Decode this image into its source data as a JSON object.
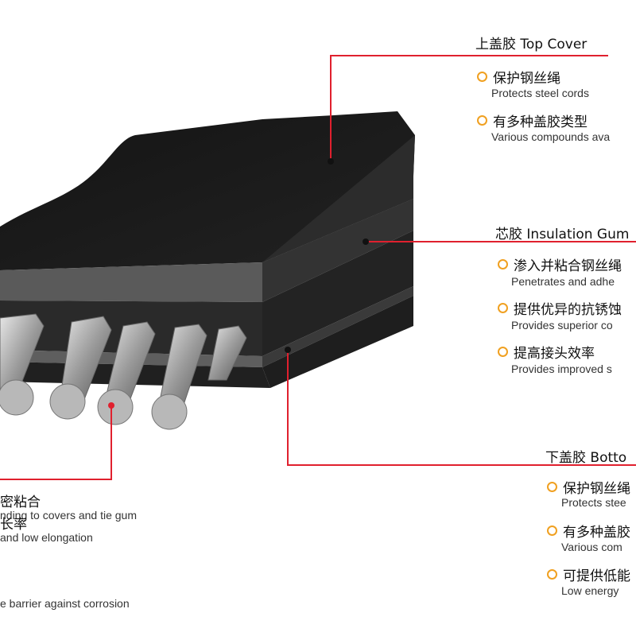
{
  "top_cover": {
    "title": "上盖胶 Top Cover",
    "items": [
      {
        "zh": "保护钢丝绳",
        "en": "Protects steel cords"
      },
      {
        "zh": "有多种盖胶类型",
        "en": "Various compounds ava"
      }
    ]
  },
  "insulation_gum": {
    "title": "芯胶 Insulation Gum",
    "items": [
      {
        "zh": "渗入并粘合钢丝绳",
        "en": "Penetrates and adhe"
      },
      {
        "zh": "提供优异的抗锈蚀",
        "en": "Provides superior co"
      },
      {
        "zh": "提高接头效率",
        "en": "Provides improved s"
      }
    ]
  },
  "bottom_cover": {
    "title": "下盖胶 Botto",
    "items": [
      {
        "zh": "保护钢丝绳",
        "en": "Protects stee"
      },
      {
        "zh": "有多种盖胶",
        "en": "Various com"
      },
      {
        "zh": "可提供低能",
        "en": "Low energy"
      }
    ]
  },
  "steel_cords": {
    "items": [
      {
        "zh": "密粘合",
        "en": "nding to covers and tie gum"
      },
      {
        "zh": "长率",
        "en": " and low elongation"
      },
      {
        "zh": "",
        "en": "e barrier against corrosion"
      }
    ]
  },
  "colors": {
    "leader": "#e0202e",
    "bullet": "#f0a020",
    "rubber": "#1a1a1a",
    "gum": "#5c5c5c"
  }
}
